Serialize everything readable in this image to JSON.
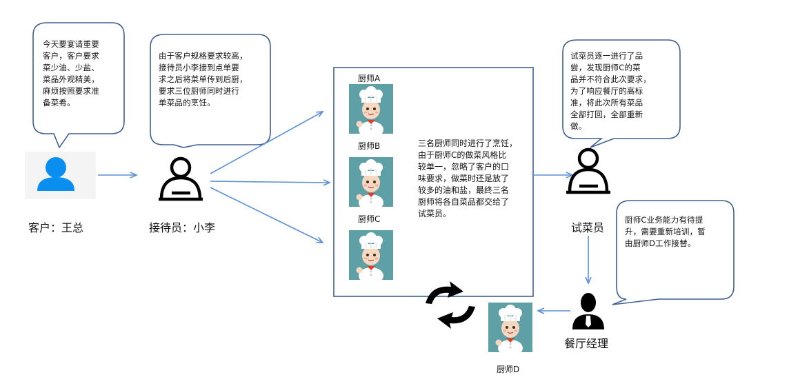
{
  "bubbles": {
    "customer": "今天要宴请重要\n客户，客户要求\n菜少油、少盐、\n菜品外观精美，\n麻烦按照要求准\n备菜肴。",
    "receptionist": "由于客户规格要求较高，\n接待员小李接到点单要\n求之后将菜单传到后厨，\n要求三位厨师同时进行\n单菜品的烹饪。",
    "taster": "试菜员逐一进行了品\n尝，发现厨师C的菜\n品并不符合此次要求，\n为了响应餐厅的高标\n准，将此次所有菜品\n全部打回，全部重新\n做。",
    "manager": "厨师C业务能力有待提\n升，需要重新培训，暂\n由厨师D工作接替。"
  },
  "actors": {
    "customer": "客户：王总",
    "receptionist": "接待员：小李",
    "taster": "试菜员",
    "manager": "餐厅经理"
  },
  "kitchen": {
    "chef_a": "厨师A",
    "chef_b": "厨师B",
    "chef_c": "厨师C",
    "chef_d": "厨师D",
    "description": "三名厨师同时进行了烹饪，\n由于厨师C的做菜风格比\n较单一，忽略了客户的口\n味要求，做菜时还是放了\n较多的油和盐，最终三名\n厨师将各自菜品都交给了\n试菜员。"
  },
  "colors": {
    "bubble_border": "#3d5f8f",
    "arrow": "#5b8fd6",
    "customer_icon": "#0a8ff0",
    "chef_bg": "#5fa0a6"
  }
}
